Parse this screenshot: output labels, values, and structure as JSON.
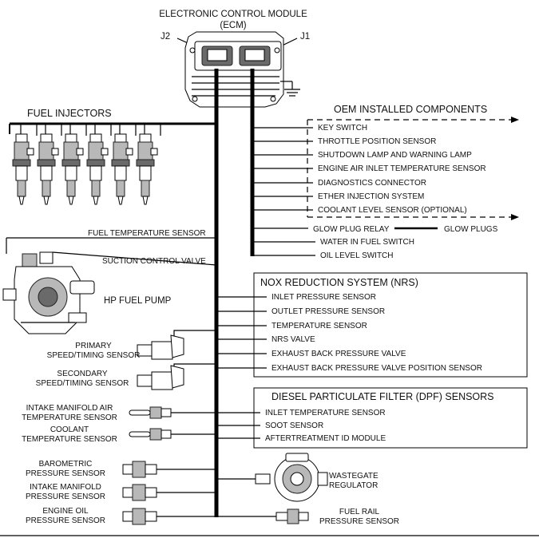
{
  "ecm": {
    "title": "ELECTRONIC CONTROL MODULE",
    "abbrev": "(ECM)",
    "connector_left": "J2",
    "connector_right": "J1"
  },
  "fuel_injectors": {
    "title": "FUEL INJECTORS",
    "count": 6
  },
  "oem": {
    "title": "OEM INSTALLED COMPONENTS",
    "items": [
      "KEY SWITCH",
      "THROTTLE POSITION SENSOR",
      "SHUTDOWN LAMP AND WARNING LAMP",
      "ENGINE AIR INLET TEMPERATURE SENSOR",
      "DIAGNOSTICS CONNECTOR",
      "ETHER INJECTION SYSTEM",
      "COOLANT LEVEL SENSOR (OPTIONAL)"
    ]
  },
  "relay_items": {
    "glow_plug_relay": "GLOW PLUG RELAY",
    "glow_plugs": "GLOW PLUGS",
    "water_in_fuel": "WATER IN FUEL SWITCH",
    "oil_level": "OIL LEVEL SWITCH"
  },
  "fuel_system": {
    "fuel_temp_sensor": "FUEL TEMPERATURE SENSOR",
    "suction_control_valve": "SUCTION CONTROL VALVE",
    "hp_fuel_pump": "HP FUEL PUMP"
  },
  "nrs": {
    "title": "NOX REDUCTION SYSTEM (NRS)",
    "items": [
      "INLET PRESSURE SENSOR",
      "OUTLET PRESSURE SENSOR",
      "TEMPERATURE SENSOR",
      "NRS VALVE",
      "EXHAUST BACK PRESSURE VALVE",
      "EXHAUST BACK PRESSURE VALVE POSITION SENSOR"
    ]
  },
  "dpf": {
    "title": "DIESEL PARTICULATE FILTER (DPF) SENSORS",
    "items": [
      "INLET TEMPERATURE SENSOR",
      "SOOT SENSOR",
      "AFTERTREATMENT ID MODULE"
    ]
  },
  "left_sensors": {
    "primary_1": "PRIMARY",
    "primary_2": "SPEED/TIMING SENSOR",
    "secondary_1": "SECONDARY",
    "secondary_2": "SPEED/TIMING SENSOR",
    "imat_1": "INTAKE MANIFOLD AIR",
    "imat_2": "TEMPERATURE SENSOR",
    "coolant_1": "COOLANT",
    "coolant_2": "TEMPERATURE SENSOR",
    "baro_1": "BAROMETRIC",
    "baro_2": "PRESSURE SENSOR",
    "imp_1": "INTAKE MANIFOLD",
    "imp_2": "PRESSURE SENSOR",
    "oil_1": "ENGINE OIL",
    "oil_2": "PRESSURE SENSOR"
  },
  "right_bottom": {
    "wastegate_1": "WASTEGATE",
    "wastegate_2": "REGULATOR",
    "fuel_rail_1": "FUEL RAIL",
    "fuel_rail_2": "PRESSURE SENSOR"
  }
}
